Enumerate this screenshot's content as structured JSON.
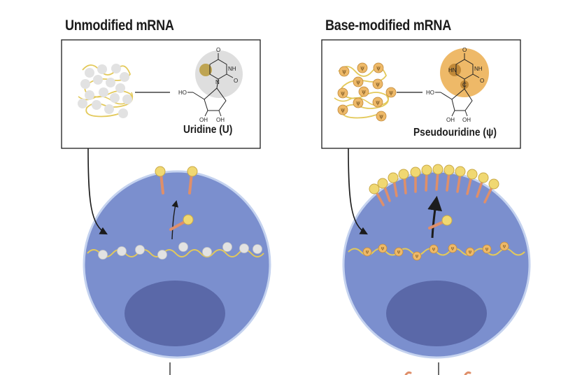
{
  "panels": {
    "left": {
      "heading": "Unmodified mRNA",
      "caption": "Uridine (U)",
      "atoms": {
        "o_top": "O",
        "nh": "NH",
        "n": "N",
        "o_right": "O",
        "ho": "HO",
        "oh1": "OH",
        "oh2": "OH"
      }
    },
    "right": {
      "heading": "Base-modified mRNA",
      "caption": "Pseudouridine (ψ)",
      "base_symbol": "ψ",
      "atoms": {
        "o_top": "O",
        "nh_right": "NH",
        "hn": "HN",
        "c": "C",
        "o_right": "O",
        "ho": "HO",
        "oh1": "OH",
        "oh2": "OH"
      }
    }
  },
  "colors": {
    "cell": "#7b8fce",
    "cell_rim": "#c4d2ef",
    "nucleus": "#5a68a8",
    "strand": "#e3c95a",
    "unmodified_nucleotide": "#e2e2e2",
    "modified_nucleotide": "#eeb968",
    "receptor_stalk": "#df8f6a",
    "receptor_head": "#f0d872"
  }
}
